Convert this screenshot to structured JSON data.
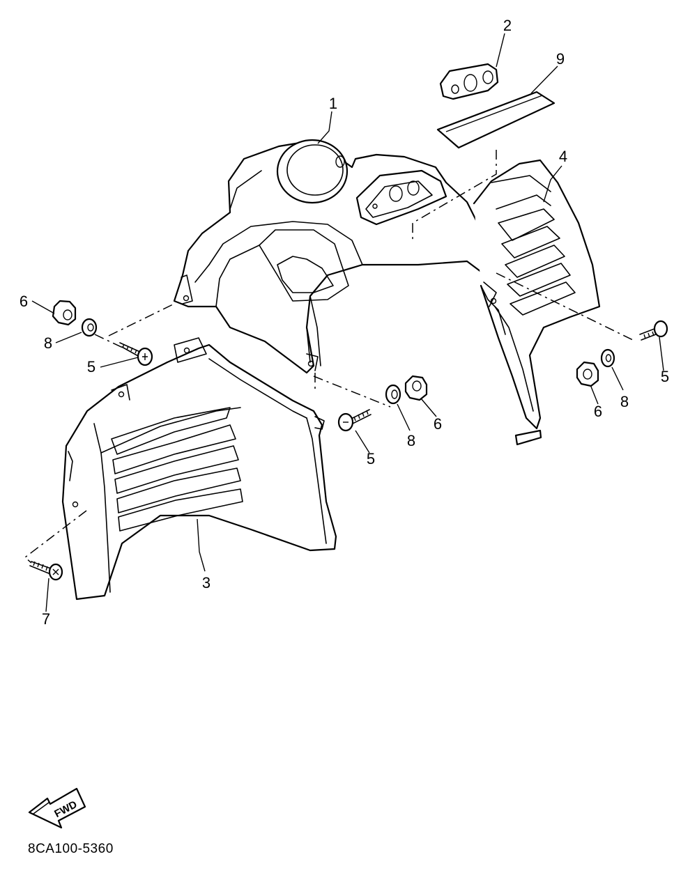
{
  "diagram": {
    "code": "8CA100-5360",
    "fwd_label": "FWD",
    "callouts": [
      "1",
      "2",
      "9",
      "4",
      "6",
      "8",
      "5",
      "3",
      "7",
      "8",
      "6",
      "5",
      "6",
      "8",
      "5"
    ]
  },
  "colors": {
    "ink": "#000000",
    "paper": "#ffffff"
  },
  "icons": {
    "direction_arrow": "fwd-arrow-icon"
  }
}
